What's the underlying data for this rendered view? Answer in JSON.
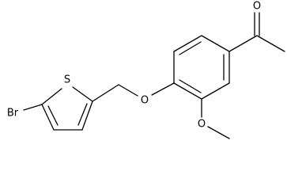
{
  "molecule": {
    "atoms": {
      "carbonyl_oxygen": "O",
      "ether_oxygen": "O",
      "methoxy_oxygen": "O",
      "ring_sulfur": "S",
      "bromine": "Br"
    }
  }
}
